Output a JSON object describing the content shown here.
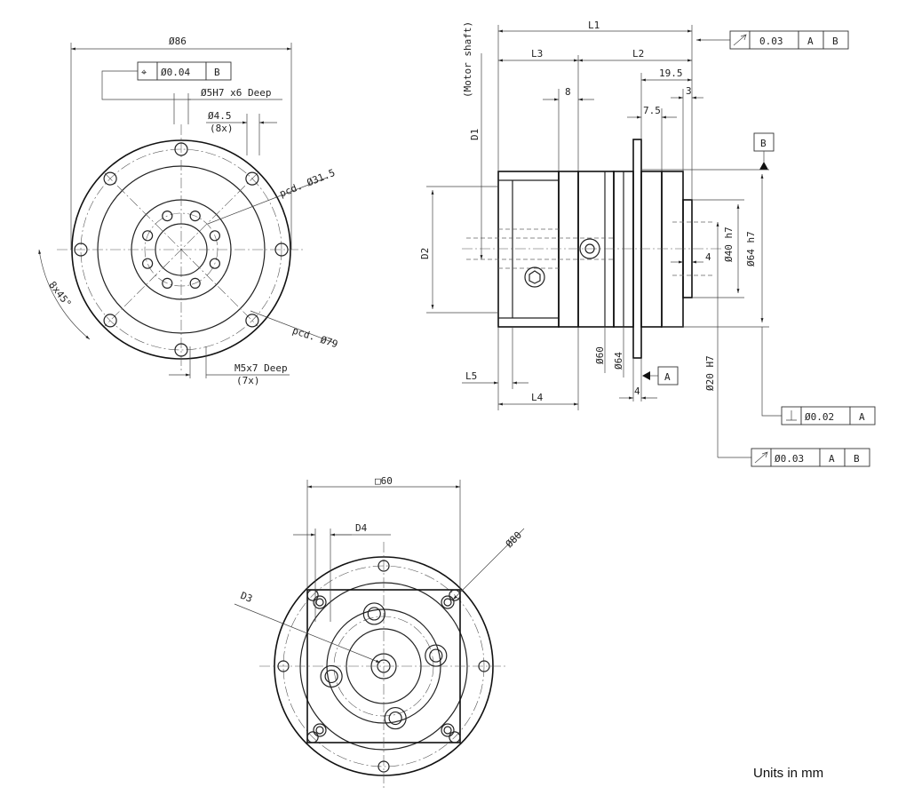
{
  "front": {
    "dia86": "Ø86",
    "fcf_sym": "⌖",
    "fcf_tol": "Ø0.04",
    "fcf_datum": "B",
    "hole5h7": "Ø5H7 x6 Deep",
    "hole45": "Ø4.5",
    "hole45_count": "(8x)",
    "pcd315": "pcd. Ø31.5",
    "angle": "8x45°",
    "pcd79": "pcd. Ø79",
    "m5": "M5x7 Deep",
    "m5_count": "(7x)"
  },
  "side": {
    "L1": "L1",
    "L2": "L2",
    "L3": "L3",
    "L4": "L4",
    "L5": "L5",
    "D1": "D1",
    "D1_note": "(Motor shaft)",
    "D2": "D2",
    "d195": "19.5",
    "d3": "3",
    "d8": "8",
    "d75": "7.5",
    "d4a": "4",
    "d4b": "4",
    "dia40": "Ø40 h7",
    "dia64h7": "Ø64 h7",
    "dia60": "Ø60",
    "dia64": "Ø64",
    "dia20": "Ø20 H7",
    "datumA": "A",
    "datumB": "B",
    "fcf1_tol": "0.03",
    "fcf1_a": "A",
    "fcf1_b": "B",
    "fcf2_tol": "Ø0.02",
    "fcf2_a": "A",
    "fcf3_tol": "Ø0.03",
    "fcf3_a": "A",
    "fcf3_b": "B"
  },
  "rear": {
    "sq60": "□60",
    "D3": "D3",
    "D4": "D4",
    "dia80": "Ø80"
  },
  "units": "Units in mm"
}
